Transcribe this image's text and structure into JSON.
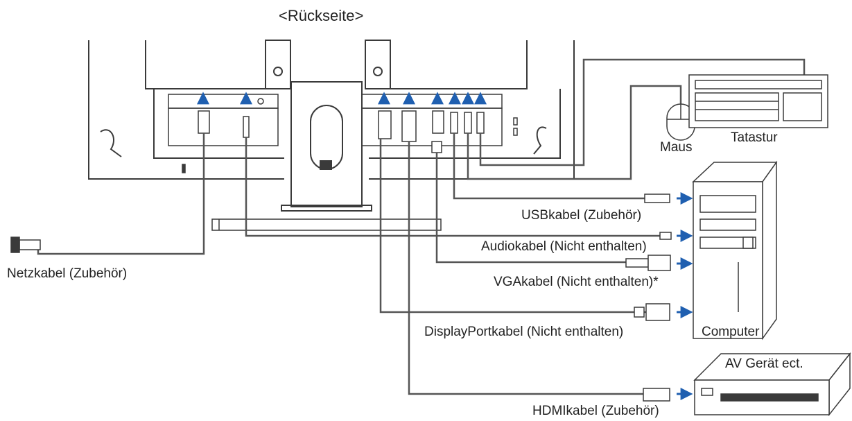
{
  "diagram": {
    "view_title": "<Rückseite>",
    "devices": {
      "keyboard": "Tatastur",
      "mouse": "Maus",
      "computer": "Computer",
      "av_device": "AV Gerät ect."
    },
    "cables": {
      "power": "Netzkabel (Zubehör)",
      "usb": "USBkabel (Zubehör)",
      "audio": "Audiokabel (Nicht enthalten)",
      "vga": "VGAkabel (Nicht enthalten)*",
      "displayport": "DisplayPortkabel (Nicht enthalten)",
      "hdmi": "HDMIkabel (Zubehör)"
    },
    "colors": {
      "arrow": "#1f5fb0",
      "line": "#3a3a3a",
      "cable": "#555555"
    }
  }
}
